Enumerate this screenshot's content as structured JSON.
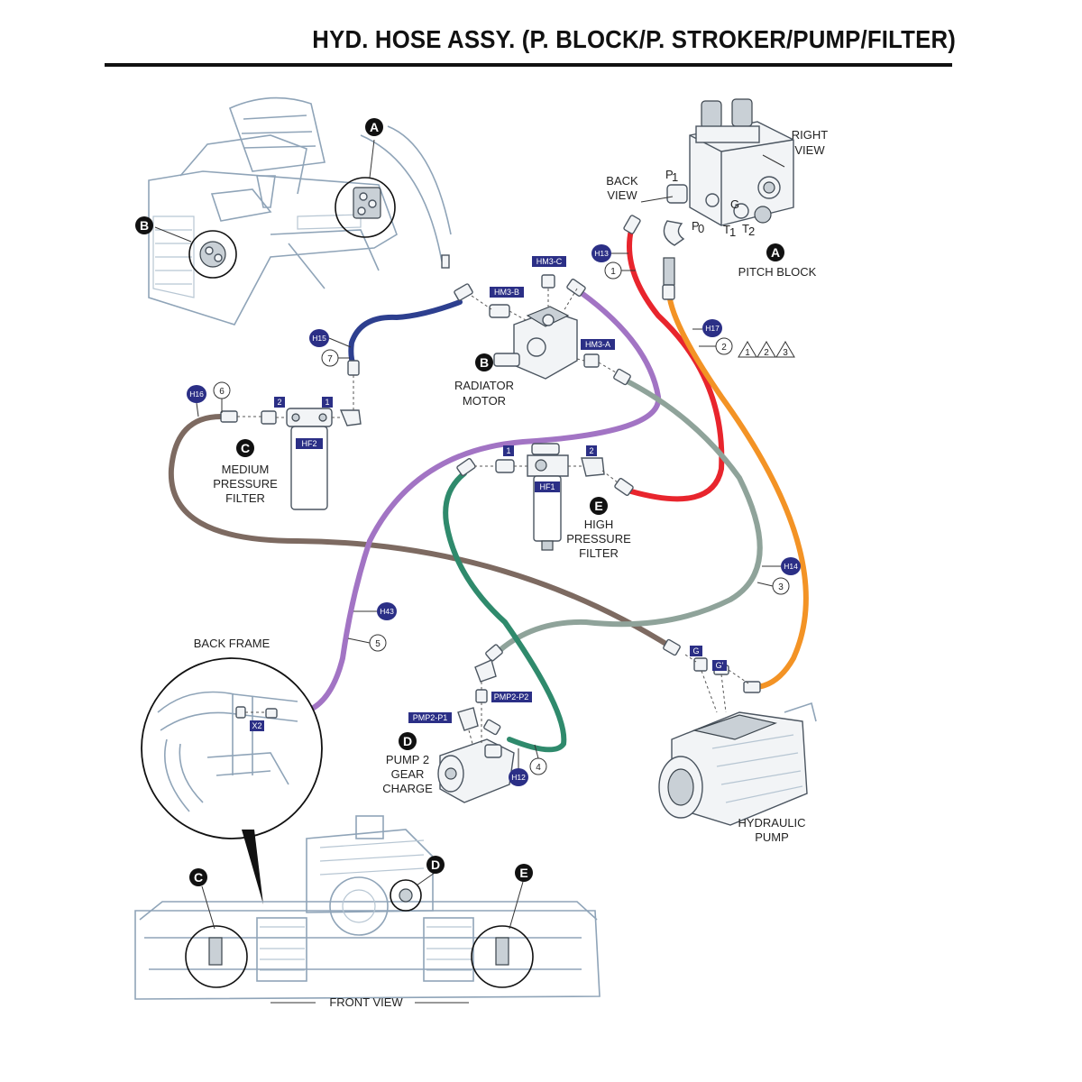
{
  "title": "HYD. HOSE ASSY. (P. BLOCK/P. STROKER/PUMP/FILTER)",
  "components": {
    "pitch_block": {
      "letter": "A",
      "label": "PITCH BLOCK",
      "views": [
        "RIGHT",
        "VIEW",
        "BACK",
        "VIEW"
      ],
      "ports": [
        "P1",
        "P0",
        "G",
        "T1",
        "T2"
      ]
    },
    "radiator_motor": {
      "letter": "B",
      "label_lines": [
        "RADIATOR",
        "MOTOR"
      ]
    },
    "medium_pressure_filter": {
      "letter": "C",
      "label_lines": [
        "MEDIUM",
        "PRESSURE",
        "FILTER"
      ],
      "tag": "HF2",
      "port_tags": [
        "2",
        "1"
      ]
    },
    "pump2": {
      "letter": "D",
      "label_lines": [
        "PUMP 2",
        "GEAR",
        "CHARGE"
      ],
      "tags": [
        "PMP2-P1",
        "PMP2-P2"
      ]
    },
    "high_pressure_filter": {
      "letter": "E",
      "label_lines": [
        "HIGH",
        "PRESSURE",
        "FILTER"
      ],
      "tag": "HF1",
      "port_tags": [
        "1",
        "2"
      ]
    },
    "hydraulic_pump": {
      "label_lines": [
        "HYDRAULIC",
        "PUMP"
      ],
      "tags": [
        "G",
        "G'"
      ]
    },
    "motor_tags": [
      "HM3-C",
      "HM3-B",
      "HM3-A"
    ]
  },
  "hoses": [
    {
      "id": "H13",
      "num": "1",
      "color": "#e8252d"
    },
    {
      "id": "H17",
      "num": "2",
      "color": "#f39325"
    },
    {
      "id": "H14",
      "num": "3",
      "color": "#8fa39a"
    },
    {
      "id": "H12",
      "num": "4",
      "color": "#2f8a6c"
    },
    {
      "id": "H43",
      "num": "5",
      "color": "#a274c4"
    },
    {
      "id": "H16",
      "num": "6",
      "color": "#7d6a61"
    },
    {
      "id": "H15",
      "num": "7",
      "color": "#2d3f8f"
    }
  ],
  "warning_marks": [
    "1",
    "2",
    "3"
  ],
  "views": {
    "back_frame": "BACK FRAME",
    "front_view": "FRONT VIEW",
    "x2_tag": "X2",
    "callouts_seat": [
      "A",
      "B"
    ],
    "callouts_front": [
      "C",
      "D",
      "E"
    ]
  },
  "colors": {
    "tag_navy": "#2b2f86",
    "callout_black": "#111111",
    "machine_line": "#8fa4b8"
  }
}
